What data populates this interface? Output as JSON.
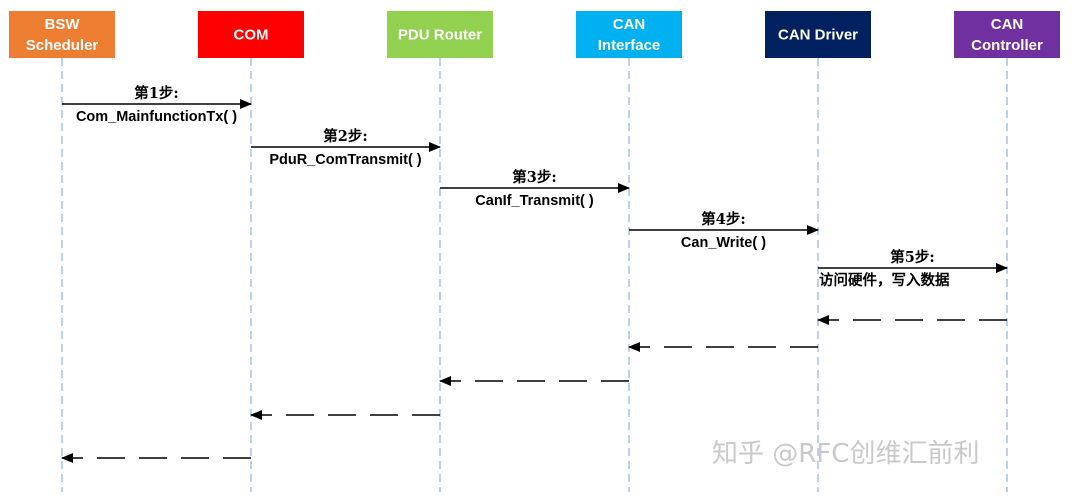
{
  "participants": [
    {
      "id": "bsw",
      "lines": [
        "BSW",
        "Scheduler"
      ],
      "fill": "#ED7D31",
      "text_color": "#ffffff"
    },
    {
      "id": "com",
      "lines": [
        "COM"
      ],
      "fill": "#FF0000",
      "text_color": "#ffffff"
    },
    {
      "id": "pdur",
      "lines": [
        "PDU Router"
      ],
      "fill": "#92D050",
      "text_color": "#ffffff"
    },
    {
      "id": "canif",
      "lines": [
        "CAN",
        "Interface"
      ],
      "fill": "#00B0F0",
      "text_color": "#ffffff"
    },
    {
      "id": "candrv",
      "lines": [
        "CAN Driver"
      ],
      "fill": "#002060",
      "text_color": "#ffffff"
    },
    {
      "id": "canctrl",
      "lines": [
        "CAN",
        "Controller"
      ],
      "fill": "#7030A0",
      "text_color": "#ffffff"
    }
  ],
  "lifeline_color": "#8DB4E2",
  "messages": [
    {
      "from": "bsw",
      "to": "com",
      "step": "第1步:",
      "label": "Com_MainfunctionTx( )",
      "style": "solid"
    },
    {
      "from": "com",
      "to": "pdur",
      "step": "第2步:",
      "label": "PduR_ComTransmit( )",
      "style": "solid"
    },
    {
      "from": "pdur",
      "to": "canif",
      "step": "第3步:",
      "label": "CanIf_Transmit( )",
      "style": "solid"
    },
    {
      "from": "canif",
      "to": "candrv",
      "step": "第4步:",
      "label": "Can_Write( )",
      "style": "solid"
    },
    {
      "from": "candrv",
      "to": "canctrl",
      "step": "第5步:",
      "label": "访问硬件，写入数据",
      "style": "solid"
    },
    {
      "from": "canctrl",
      "to": "candrv",
      "step": "",
      "label": "",
      "style": "dashed"
    },
    {
      "from": "candrv",
      "to": "canif",
      "step": "",
      "label": "",
      "style": "dashed"
    },
    {
      "from": "canif",
      "to": "pdur",
      "step": "",
      "label": "",
      "style": "dashed"
    },
    {
      "from": "pdur",
      "to": "com",
      "step": "",
      "label": "",
      "style": "dashed"
    },
    {
      "from": "com",
      "to": "bsw",
      "step": "",
      "label": "",
      "style": "dashed"
    }
  ],
  "watermark": "知乎 @RFC创维汇前利"
}
